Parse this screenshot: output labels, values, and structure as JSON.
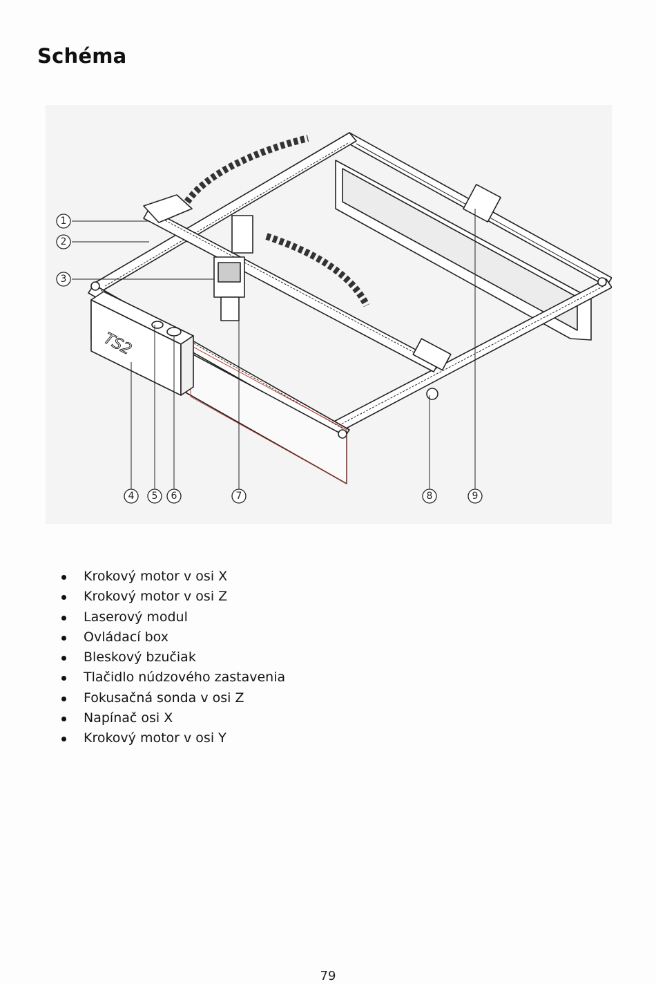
{
  "page": {
    "title": "Schéma",
    "page_number": "79"
  },
  "diagram": {
    "callouts": [
      "1",
      "2",
      "3",
      "4",
      "5",
      "6",
      "7",
      "8",
      "9"
    ],
    "brand_mark": "TS2"
  },
  "parts_list": [
    "Krokový motor v osi X",
    "Krokový motor v osi Z",
    "Laserový modul",
    "Ovládací box",
    "Bleskový bzučiak",
    "Tlačidlo núdzového zastavenia",
    "Fokusačná sonda v osi Z",
    "Napínač osi X",
    "Krokový motor v osi Y"
  ],
  "colors": {
    "line": "#222222",
    "panel_edge": "#c0392b",
    "diagram_bg": "#f4f4f4"
  }
}
